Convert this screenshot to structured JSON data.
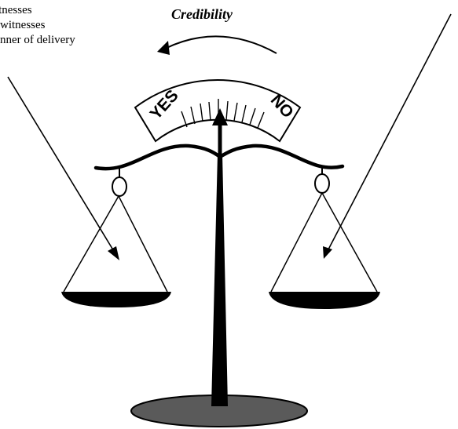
{
  "title": "Credibility",
  "left_notes": [
    "r of the witnesses",
    "witnesses",
    "nner of delivery"
  ],
  "dial": {
    "left_label": "YES",
    "right_label": "NO"
  },
  "colors": {
    "ink": "#000000",
    "base_fill": "#5a5a5a",
    "paper": "#ffffff"
  }
}
